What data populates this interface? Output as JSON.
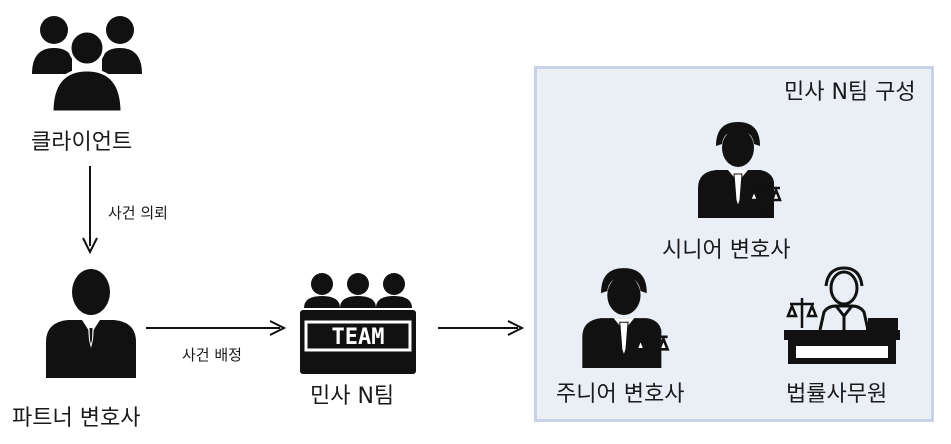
{
  "client": {
    "label": "클라이언트"
  },
  "partner": {
    "label": "파트너 변호사"
  },
  "team": {
    "label": "민사 N팀",
    "badge": "TEAM"
  },
  "arrows": {
    "request": "사건 의뢰",
    "assign": "사건 배정"
  },
  "composition": {
    "title": "민사 N팀 구성",
    "senior": "시니어 변호사",
    "junior": "주니어 변호사",
    "paralegal": "법률사무원"
  },
  "colors": {
    "box_fill": "#eaeef5",
    "box_border": "#c9d2e6",
    "icon": "#111111"
  }
}
